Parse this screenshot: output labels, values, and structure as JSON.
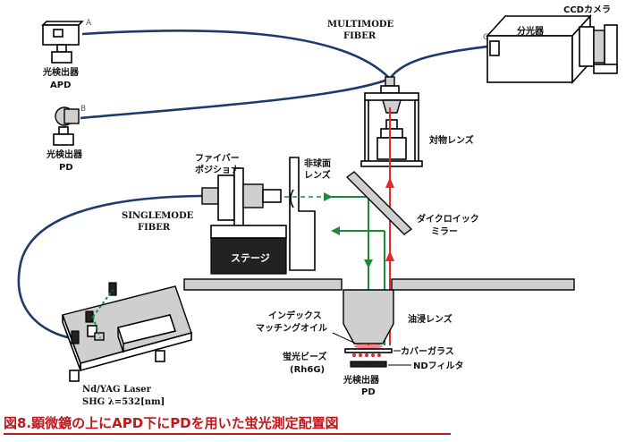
{
  "caption": "図8.顕微鏡の上にAPD下にPDを用いた蛍光測定配置図",
  "labels": {
    "apd_line1": "光検出器",
    "apd_line2": "APD",
    "pd_top_line1": "光検出器",
    "pd_top_line2": "PD",
    "port_a": "A",
    "port_b": "B",
    "port_c": "C",
    "multimode_line1": "MULTIMODE",
    "multimode_line2": "FIBER",
    "spectrometer": "分光器",
    "ccd_camera": "CCDカメラ",
    "objective_lens": "対物レンズ",
    "fiber_positioner_line1": "ファイバー",
    "fiber_positioner_line2": "ポジショナ",
    "aspheric_line1": "非球面",
    "aspheric_line2": "レンズ",
    "dichroic_line1": "ダイクロイック",
    "dichroic_line2": "ミラー",
    "singlemode_line1": "SINGLEMODE",
    "singlemode_line2": "FIBER",
    "stage": "ステージ",
    "oil_lens": "油浸レンズ",
    "index_oil_line1": "インデックス",
    "index_oil_line2": "マッチングオイル",
    "cover_glass": "カバーガラス",
    "nd_filter": "NDフィルタ",
    "beads_line1": "蛍光ビーズ",
    "beads_line2": "(Rh6G)",
    "pd_bottom_line1": "光検出器",
    "pd_bottom_line2": "PD",
    "laser_line1": "Nd/YAG Laser",
    "laser_line2": "SHG λ=532[nm]"
  },
  "colors": {
    "fiber": "#1d3a6e",
    "excitation_beam": "#1a8a3a",
    "fluorescence_beam": "#e8262b",
    "caption": "#c0181c"
  }
}
